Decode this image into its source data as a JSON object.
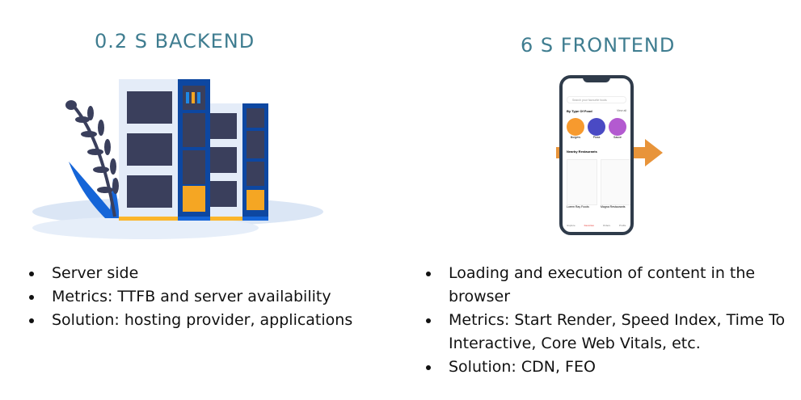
{
  "backend": {
    "title": "0.2 S BACKEND",
    "bullets": [
      "Server side",
      "Metrics: TTFB and server availability",
      "Solution: hosting provider, applications"
    ]
  },
  "frontend": {
    "title": "6 S FRONTEND",
    "bullets": [
      "Loading and execution of content in the browser",
      "Metrics: Start Render, Speed Index, Time To Interactive, Core Web Vitals, etc.",
      "Solution: CDN, FEO"
    ],
    "phone": {
      "search_placeholder": "Search your favourite foods",
      "section1": "By Type Of Food",
      "view_all": "View all",
      "categories": [
        {
          "label": "Burgers",
          "color": "#f79a2e"
        },
        {
          "label": "Pizza",
          "color": "#4a4ac4"
        },
        {
          "label": "Sauce",
          "color": "#b35ad0"
        }
      ],
      "section2": "Nearby Restaurants",
      "restaurants": [
        "Lorem Ray Foods",
        "Magna Restaurants"
      ],
      "nav": [
        "Explore",
        "Favorites",
        "Orders",
        "Profile"
      ]
    }
  },
  "colors": {
    "title": "#3f7d90",
    "arrow": "#e8943a",
    "server_blue": "#0d47a1",
    "accent_orange": "#f5a623"
  }
}
